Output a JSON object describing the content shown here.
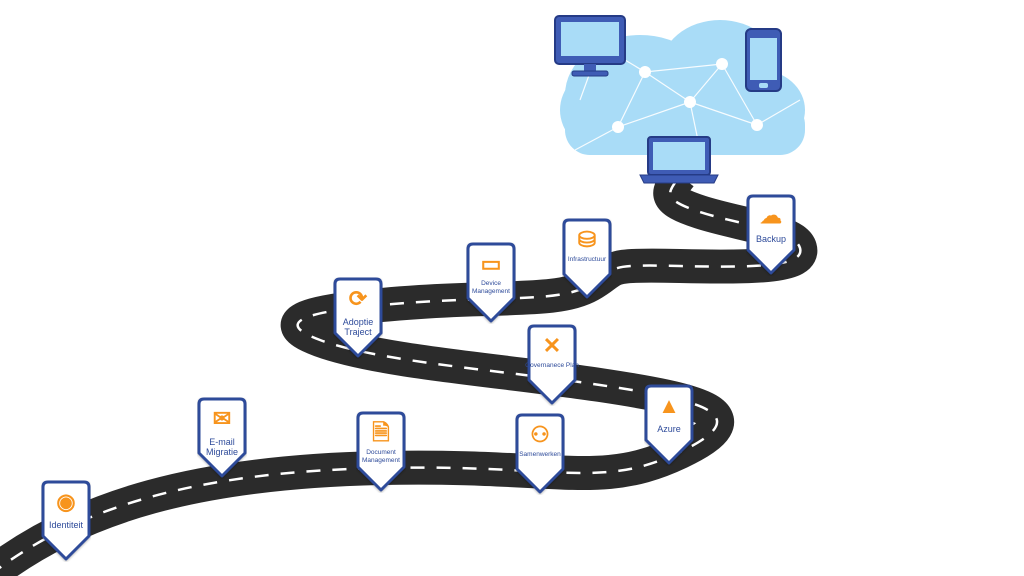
{
  "colors": {
    "road": "#2b2b2b",
    "pin_border": "#2e4b9a",
    "icon": "#f7941d",
    "label": "#2e4b9a",
    "cloud": "#a9dcf7"
  },
  "milestones": [
    {
      "id": "identiteit",
      "label": "Identiteit",
      "icon": "eye-icon",
      "glyph": "◉",
      "big": true
    },
    {
      "id": "email-migratie",
      "label": "E-mail Migratie",
      "icon": "cloud-mail-icon",
      "glyph": "✉",
      "big": true
    },
    {
      "id": "document-management",
      "label": "Document Management",
      "icon": "document-gear-icon",
      "glyph": "🗎",
      "big": false
    },
    {
      "id": "samenwerken",
      "label": "Samenwerken",
      "icon": "people-network-icon",
      "glyph": "⚇",
      "big": false
    },
    {
      "id": "azure",
      "label": "Azure",
      "icon": "azure-logo-icon",
      "glyph": "▲",
      "big": true
    },
    {
      "id": "governance-plan",
      "label": "Governanece Plan",
      "icon": "strategy-board-icon",
      "glyph": "✕",
      "big": false
    },
    {
      "id": "adoptie-traject",
      "label": "Adoptie Traject",
      "icon": "cycle-icon",
      "glyph": "⟳",
      "big": true
    },
    {
      "id": "device-management",
      "label": "Device Management",
      "icon": "devices-icon",
      "glyph": "▭",
      "big": false
    },
    {
      "id": "infrastructuur",
      "label": "Infrastructuur",
      "icon": "database-gear-icon",
      "glyph": "⛁",
      "big": false
    },
    {
      "id": "backup",
      "label": "Backup",
      "icon": "cloud-backup-icon",
      "glyph": "☁",
      "big": true
    }
  ]
}
